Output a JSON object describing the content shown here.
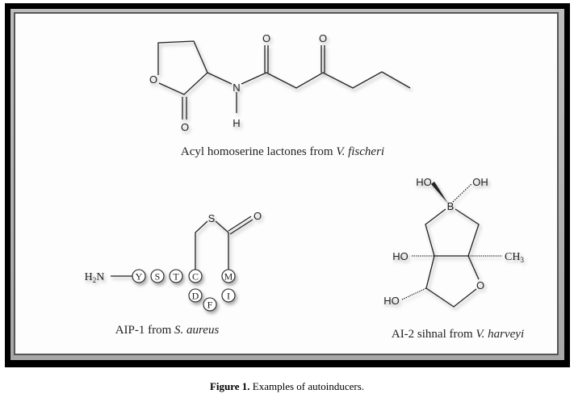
{
  "figure": {
    "label": "Figure 1.",
    "caption": " Examples of autoinducers.",
    "frame_color": "#000000"
  },
  "ahl": {
    "atoms": {
      "ring_o": "O",
      "carbonyl_o": "O",
      "n": "N",
      "h": "H",
      "amide_o": "O",
      "keto_o": "O"
    },
    "caption_main": "Acyl homoserine lactones from ",
    "caption_species": "V. fischeri"
  },
  "aip": {
    "h": "H",
    "sub2": "2",
    "n": "N",
    "s": "S",
    "o": "O",
    "residues": [
      "Y",
      "S",
      "T",
      "C",
      "D",
      "F",
      "I",
      "M"
    ],
    "caption_main": "AIP-1 from ",
    "caption_species": "S. aureus"
  },
  "ai2": {
    "ho_top": "HO",
    "oh_top": "OH",
    "b": "B",
    "ho_mid": "HO",
    "ho_low": "HO",
    "o_ring": "O",
    "ch": "CH",
    "sub3": "3",
    "caption_main": "AI-2 sihnal from ",
    "caption_species": "V. harveyi"
  }
}
